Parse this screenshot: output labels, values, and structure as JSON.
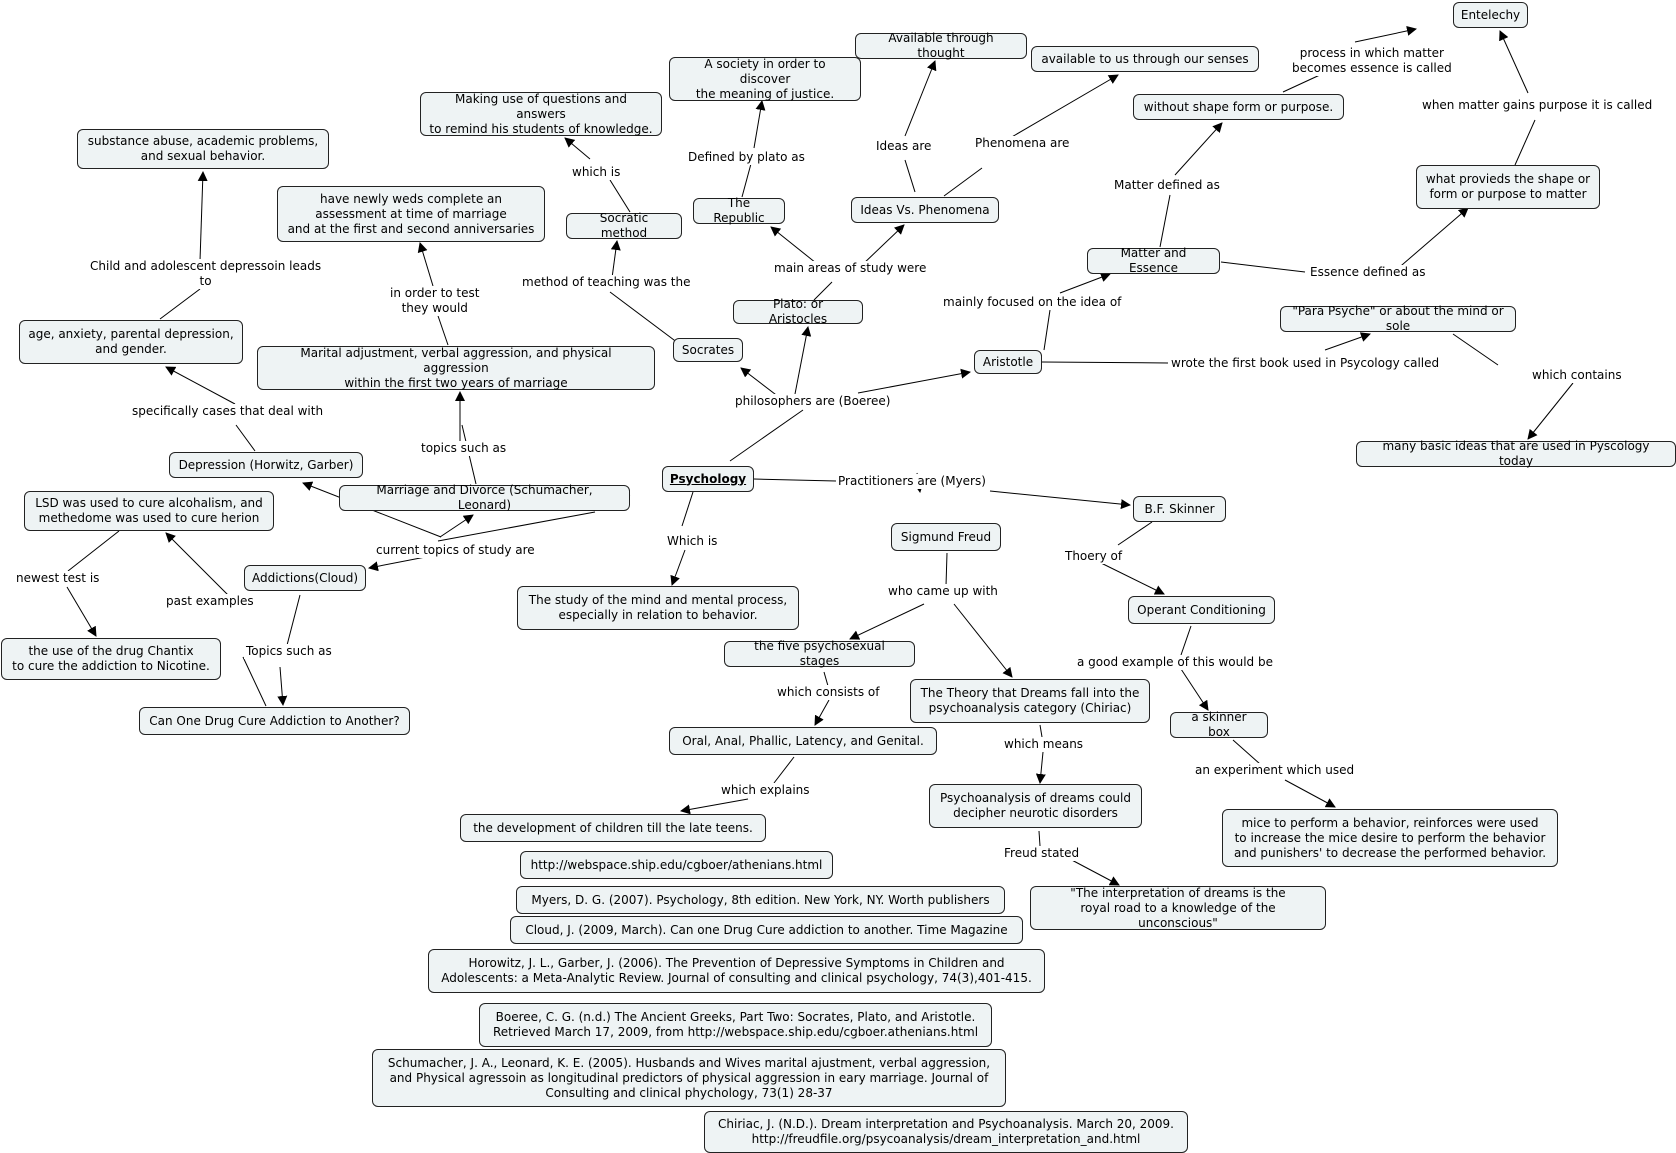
{
  "nodes": {
    "psychology": "Psychology",
    "philosophers_label": "philosophers are (Boeree)",
    "practitioners_label": "Practitioners are (Myers)",
    "current_topics_label": "current topics of study are",
    "which_is_label": "Which is",
    "study_of_mind": "The study of the mind and mental process,\nespecially in relation to behavior.",
    "socrates": "Socrates",
    "plato": "Plato: or Aristocles",
    "aristotle": "Aristotle",
    "method_label": "method of teaching was the",
    "socratic_method": "Socratic method",
    "which_is2": "which is",
    "making_use": "Making use of questions and answers\nto remind his students of knowledge.",
    "main_areas_label": "main areas of study were",
    "republic": "The Republic",
    "defined_by_plato": "Defined by plato as",
    "society": "A society in order to discover\nthe meaning of justice.",
    "ideas_vs": "Ideas Vs. Phenomena",
    "ideas_are": "Ideas are",
    "available_thought": "Available through thought",
    "phenomena_are": "Phenomena are",
    "available_senses": "available to us through our senses",
    "mainly_focused": "mainly focused on the idea of",
    "matter_essence": "Matter and Essence",
    "matter_defined": "Matter defined as",
    "without_shape": "without shape form or purpose.",
    "process_label": "process in which matter\nbecomes essence is called",
    "entelechy": "Entelechy",
    "when_matter": "when matter gains purpose it is called",
    "what_provides": "what provieds the shape or\nform or purpose to matter",
    "essence_defined": "Essence defined as",
    "wrote_first": "wrote the first book used in Psycology called",
    "para_psyche": "\"Para Psyche\" or about the mind or sole",
    "which_contains": "which contains",
    "many_basic": "many basic ideas that are used in Pyscology today",
    "marriage": "Marriage and Divorce (Schumacher, Leonard)",
    "topics_such_as": "topics such as",
    "marital": "Marital adjustment, verbal aggression, and physical aggression\nwithin the first two years of marriage",
    "in_order": "in order to test\nthey would",
    "newlyweds": "have newly weds complete an\nassessment at time of marriage\nand at the first and second anniversaries",
    "depression": "Depression (Horwitz, Garber)",
    "specifically": "specifically cases that deal with",
    "age_anxiety": "age, anxiety, parental depression,\nand gender.",
    "child_adolescent": "Child and adolescent depressoin leads\nto",
    "substance": "substance abuse, academic problems,\nand sexual behavior.",
    "addictions": "Addictions(Cloud)",
    "topics_such_as2": "Topics such as",
    "one_drug": "Can One Drug Cure Addiction to Another?",
    "past_examples": "past examples",
    "lsd": "LSD was used to cure alcohalism, and\nmethedome was used to cure herion",
    "newest_test": "newest test is",
    "chantix": "the use of the drug Chantix\nto cure the addiction to Nicotine.",
    "freud": "Sigmund Freud",
    "who_came_up": "who came up with",
    "five_stages": "the five psychosexual stages",
    "which_consists": "which consists of",
    "oral": "Oral, Anal, Phallic, Latency, and Genital.",
    "which_explains": "which explains",
    "development": "the development of children till the late teens.",
    "dreams_theory": "The Theory that Dreams fall into the\npsychoanalysis category (Chiriac)",
    "which_means": "which means",
    "psychoanalysis": "Psychoanalysis of dreams could\ndecipher neurotic disorders",
    "freud_stated": "Freud stated",
    "interpretation": "\"The interpretation of dreams is the\nroyal road to a knowledge of the unconscious\"",
    "skinner": "B.F. Skinner",
    "theory_of": "Thoery of",
    "operant": "Operant Conditioning",
    "good_example": "a good example of this would be",
    "skinner_box": "a skinner box",
    "experiment": "an experiment which used",
    "mice": "mice to perform a behavior, reinforces were used\nto increase the mice desire to perform the behavior\nand punishers' to decrease the performed behavior."
  },
  "references": [
    "http://webspace.ship.edu/cgboer/athenians.html",
    "Myers, D. G. (2007). Psychology, 8th edition. New York, NY. Worth publishers",
    "Cloud, J. (2009, March). Can one Drug Cure addiction to another. Time Magazine",
    "Horowitz, J. L., Garber, J. (2006). The Prevention of Depressive Symptoms in Children and\nAdolescents: a Meta-Analytic Review. Journal of consulting and clinical psychology, 74(3),401-415.",
    "Boeree, C. G. (n.d.) The Ancient Greeks, Part Two: Socrates, Plato, and Aristotle.\nRetrieved March 17, 2009, from http://webspace.ship.edu/cgboer.athenians.html",
    "Schumacher, J. A., Leonard, K. E. (2005). Husbands and Wives marital ajustment, verbal aggression,\nand Physical agressoin as longitudinal predictors of physical aggression in eary marriage. Journal of\nConsulting and clinical phychology, 73(1) 28-37",
    "Chiriac, J. (N.D.). Dream interpretation and Psychoanalysis. March 20, 2009.\nhttp://freudfile.org/psycoanalysis/dream_interpretation_and.html"
  ],
  "colors": {
    "node_fill": "#eef3f4",
    "node_border": "#222222",
    "line": "#000000"
  }
}
